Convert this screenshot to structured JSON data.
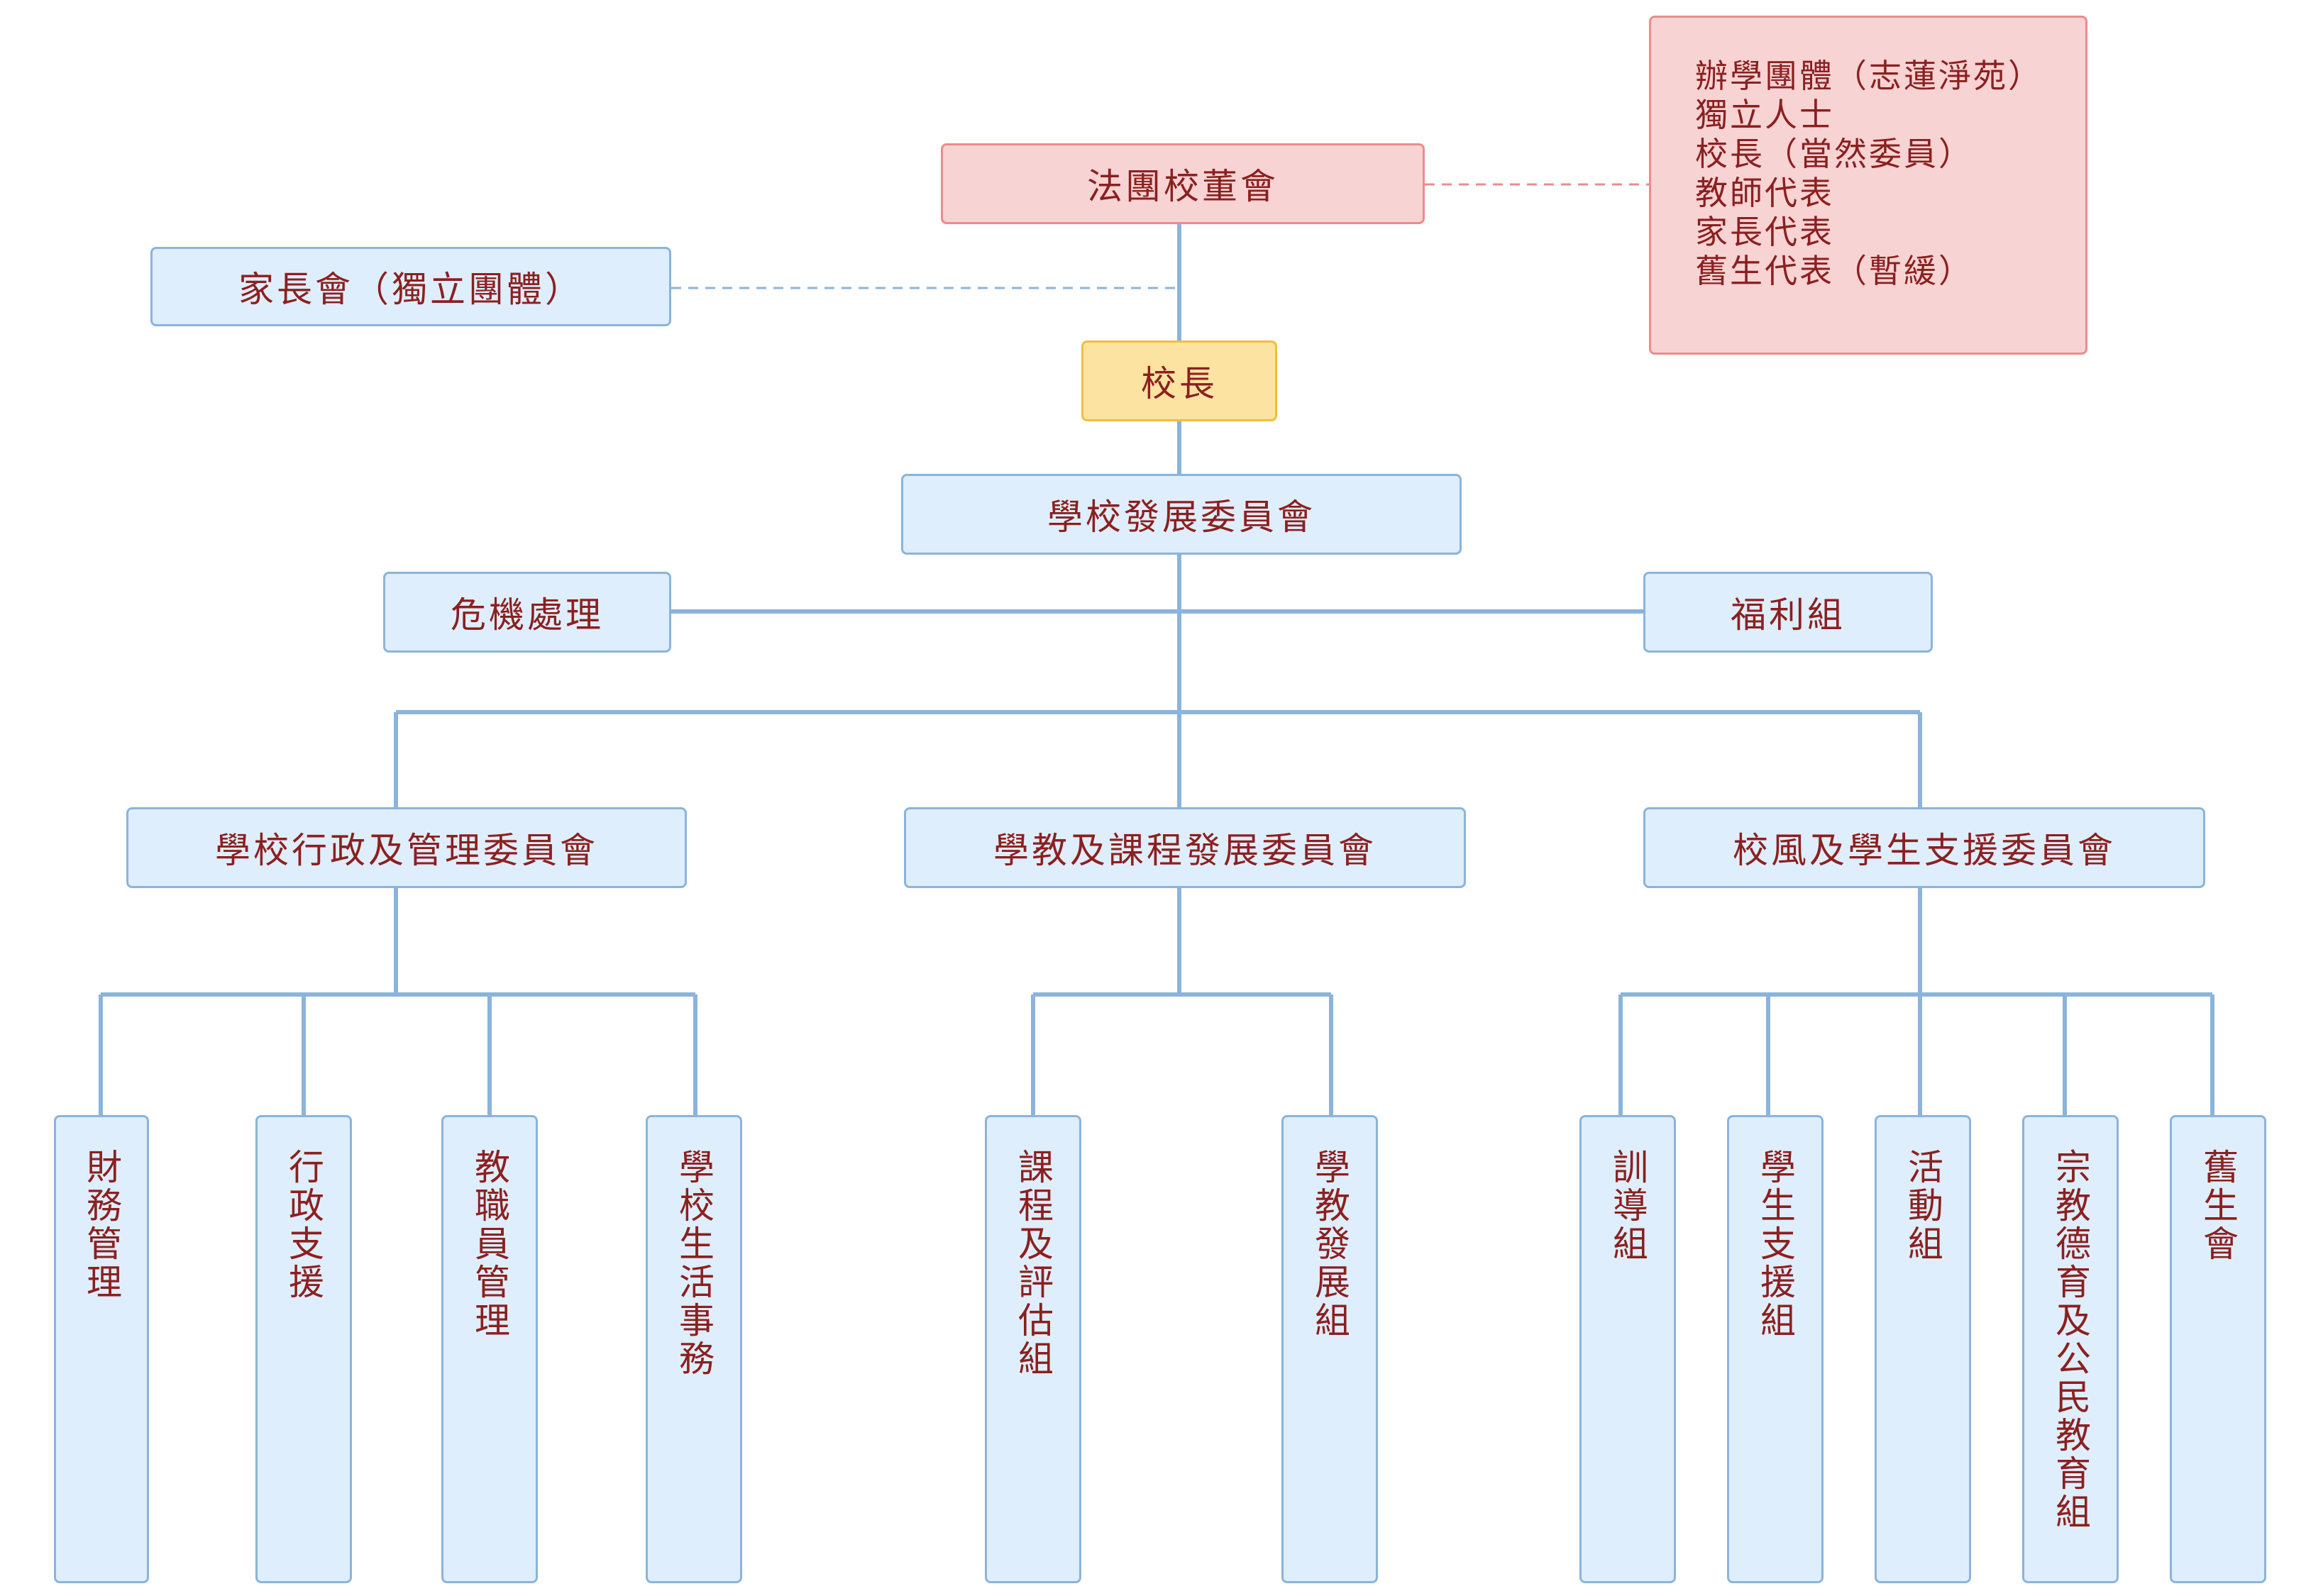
{
  "board": {
    "title": "法團校董會"
  },
  "board_members": [
    "辦學團體（志蓮淨苑）",
    "獨立人士",
    "校長（當然委員）",
    "教師代表",
    "家長代表",
    "舊生代表（暫緩）"
  ],
  "parents_association": {
    "title": "家長會（獨立團體）"
  },
  "principal": {
    "title": "校長"
  },
  "development_committee": {
    "title": "學校發展委員會"
  },
  "crisis": {
    "title": "危機處理"
  },
  "welfare": {
    "title": "福利組"
  },
  "committees": [
    {
      "title": "學校行政及管理委員會",
      "groups": [
        "財務管理",
        "行政支援",
        "教職員管理",
        "學校生活事務"
      ]
    },
    {
      "title": "學教及課程發展委員會",
      "groups": [
        "課程及評估組",
        "學教發展組"
      ]
    },
    {
      "title": "校風及學生支援委員會",
      "groups": [
        "訓導組",
        "學生支援組",
        "活動組",
        "宗教德育及公民教育組",
        "舊生會"
      ]
    }
  ],
  "colors": {
    "box_fill": "#dfeefc",
    "box_border": "#8bb4dc",
    "board_fill": "#f8d3d3",
    "board_border": "#eb8c8c",
    "principal_fill": "#fde3a1",
    "principal_border": "#f1be3f",
    "text": "#8b2020",
    "line": "#8bb4dc"
  }
}
